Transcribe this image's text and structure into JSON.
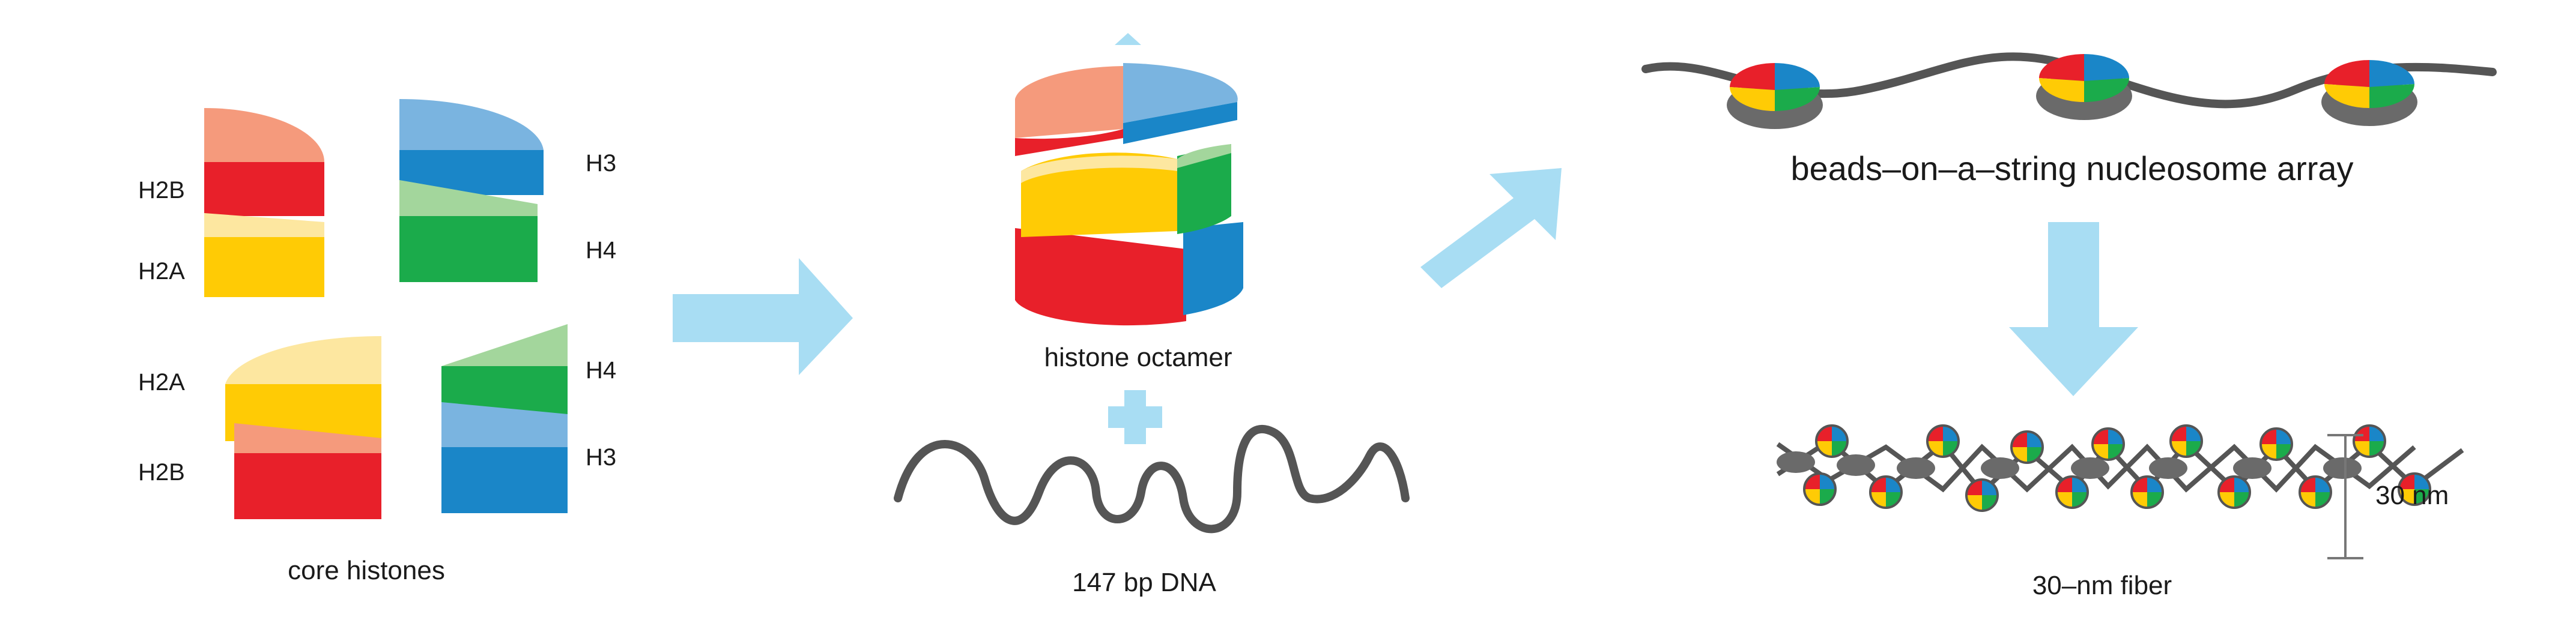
{
  "colors": {
    "red": "#e8202a",
    "red_top": "#f59a7c",
    "yellow": "#ffcb05",
    "yellow_top": "#fde7a0",
    "blue": "#1a86c8",
    "blue_top": "#7ab4e0",
    "green": "#1bab4b",
    "green_top": "#a3d69c",
    "arrow": "#a8ddf3",
    "dna": "#555555",
    "core": "#6a6a6a"
  },
  "core_histones": {
    "caption": "core histones",
    "labels": {
      "h2b_top": "H2B",
      "h2a_top": "H2A",
      "h2a_bottom": "H2A",
      "h2b_bottom": "H2B",
      "h3_top": "H3",
      "h4_top": "H4",
      "h4_bottom": "H4",
      "h3_bottom": "H3"
    }
  },
  "octamer": {
    "caption": "histone octamer"
  },
  "dna": {
    "caption": "147 bp DNA"
  },
  "beads": {
    "caption": "beads–on–a–string nucleosome array"
  },
  "fiber": {
    "caption": "30–nm fiber",
    "scale_label": "30 nm"
  }
}
